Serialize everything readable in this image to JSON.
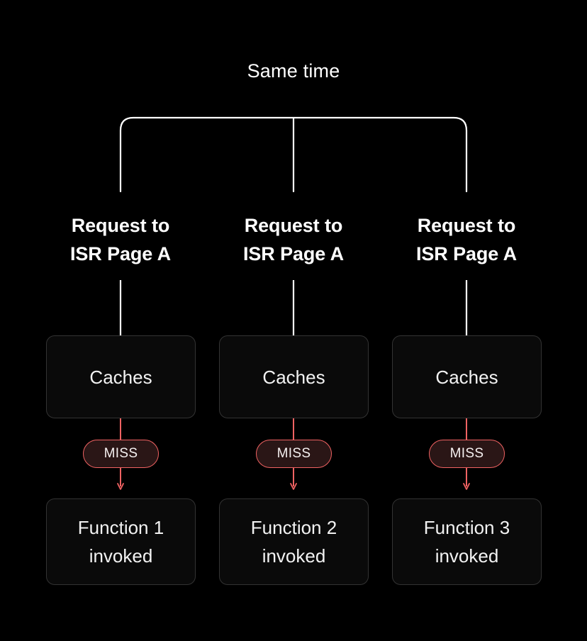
{
  "title": "Same time",
  "colors": {
    "background": "#000000",
    "text": "#ffffff",
    "box_fill": "#0a0a0a",
    "box_border": "#333333",
    "connector_white": "#ffffff",
    "connector_red": "#f06262",
    "miss_fill": "#2a1616",
    "miss_border": "#f06262"
  },
  "bracket": {
    "label": "same-time-bracket"
  },
  "columns": [
    {
      "heading_line1": "Request to",
      "heading_line2": "ISR Page A",
      "cache_label": "Caches",
      "status_label": "MISS",
      "result_line1": "Function 1",
      "result_line2": "invoked"
    },
    {
      "heading_line1": "Request to",
      "heading_line2": "ISR Page A",
      "cache_label": "Caches",
      "status_label": "MISS",
      "result_line1": "Function 2",
      "result_line2": "invoked"
    },
    {
      "heading_line1": "Request to",
      "heading_line2": "ISR Page A",
      "cache_label": "Caches",
      "status_label": "MISS",
      "result_line1": "Function 3",
      "result_line2": "invoked"
    }
  ]
}
